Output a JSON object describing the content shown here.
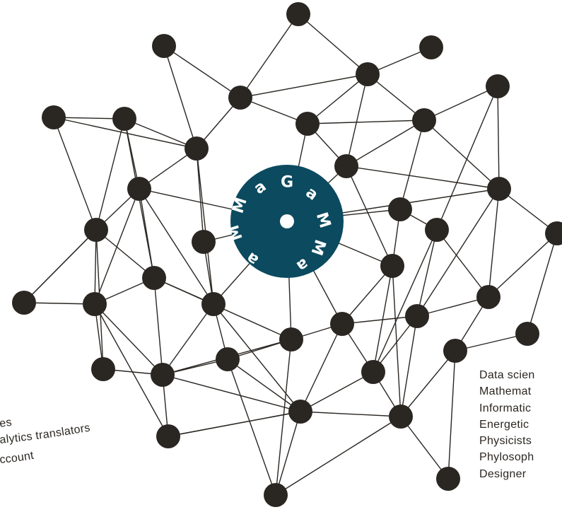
{
  "brand": {
    "logo_text": "aMMaGaMMa",
    "logo_color": "#0b4a5f"
  },
  "network": {
    "node_color": "#2a2622",
    "edge_color": "#2a2622"
  },
  "left_labels": [
    {
      "text": "es"
    },
    {
      "text": "alytics translators"
    },
    {
      "text": "ccount"
    }
  ],
  "right_labels": [
    {
      "text": "Data scien"
    },
    {
      "text": "Mathemat"
    },
    {
      "text": "Informatic"
    },
    {
      "text": "Energetic"
    },
    {
      "text": "Physicists"
    },
    {
      "text": "Phylosoph"
    },
    {
      "text": "Designer"
    }
  ]
}
